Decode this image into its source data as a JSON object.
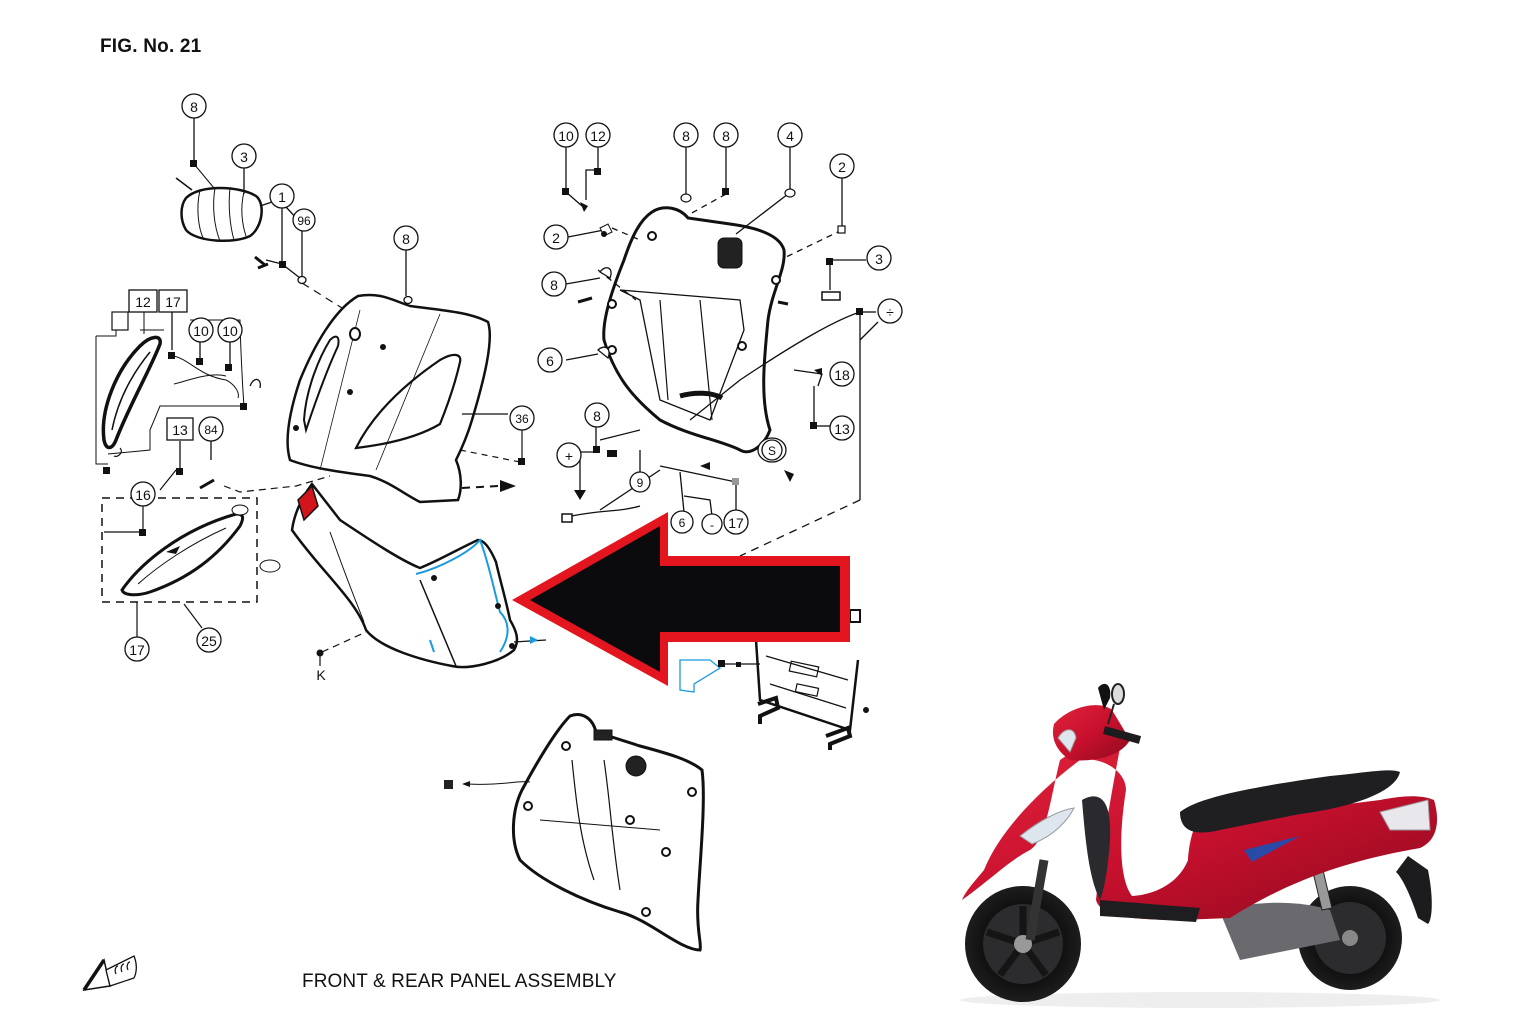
{
  "figure": {
    "title": "FIG. No. 21",
    "caption": "FRONT & REAR PANEL ASSEMBLY",
    "orientation_icon": "direction-arrow-icon"
  },
  "callouts": {
    "front_cover_group": [
      {
        "id": "c1",
        "label": "8",
        "shape": "circle"
      },
      {
        "id": "c2",
        "label": "3",
        "shape": "circle"
      },
      {
        "id": "c3",
        "label": "1",
        "shape": "circle"
      },
      {
        "id": "c4",
        "label": "96",
        "shape": "circle"
      },
      {
        "id": "c5",
        "label": "8",
        "shape": "circle"
      },
      {
        "id": "c6",
        "label": "36",
        "shape": "circle"
      }
    ],
    "left_group": [
      {
        "id": "c7",
        "label": "12",
        "shape": "square"
      },
      {
        "id": "c8",
        "label": "17",
        "shape": "square"
      },
      {
        "id": "c9",
        "label": "10",
        "shape": "circle"
      },
      {
        "id": "c10",
        "label": "10",
        "shape": "circle"
      },
      {
        "id": "c11",
        "label": "13",
        "shape": "square"
      },
      {
        "id": "c12",
        "label": "84",
        "shape": "circle"
      },
      {
        "id": "c13",
        "label": "16",
        "shape": "circle"
      },
      {
        "id": "c14",
        "label": "17",
        "shape": "circle"
      },
      {
        "id": "c15",
        "label": "25",
        "shape": "circle"
      },
      {
        "id": "c16",
        "label": "K",
        "shape": "text"
      }
    ],
    "inner_panel_group": [
      {
        "id": "c17",
        "label": "10",
        "shape": "circle"
      },
      {
        "id": "c18",
        "label": "12",
        "shape": "circle"
      },
      {
        "id": "c19",
        "label": "8",
        "shape": "circle"
      },
      {
        "id": "c20",
        "label": "8",
        "shape": "circle"
      },
      {
        "id": "c21",
        "label": "4",
        "shape": "circle"
      },
      {
        "id": "c22",
        "label": "2",
        "shape": "circle"
      },
      {
        "id": "c23",
        "label": "2",
        "shape": "circle"
      },
      {
        "id": "c24",
        "label": "3",
        "shape": "circle"
      },
      {
        "id": "c25",
        "label": "8",
        "shape": "circle"
      },
      {
        "id": "c26",
        "label": "÷",
        "shape": "circle"
      },
      {
        "id": "c27",
        "label": "6",
        "shape": "circle"
      },
      {
        "id": "c28",
        "label": "18",
        "shape": "circle"
      },
      {
        "id": "c29",
        "label": "8",
        "shape": "circle"
      },
      {
        "id": "c30",
        "label": "13",
        "shape": "circle"
      },
      {
        "id": "c31",
        "label": "+",
        "shape": "circle"
      },
      {
        "id": "c32",
        "label": "9",
        "shape": "circle"
      },
      {
        "id": "c33",
        "label": "S",
        "shape": "circle"
      },
      {
        "id": "c34",
        "label": "6",
        "shape": "circle"
      },
      {
        "id": "c35",
        "label": "-",
        "shape": "circle"
      },
      {
        "id": "c36",
        "label": "17",
        "shape": "circle"
      }
    ]
  },
  "highlight": {
    "arrow_fill": "#0b0b0d",
    "arrow_border": "#e3161f",
    "direction": "left",
    "points_to": "front lower panel"
  },
  "colors": {
    "line": "#111111",
    "accent_blue": "#1a9be0",
    "reflector_red": "#d2141c",
    "scooter_red": "#c8102e",
    "scooter_dark": "#1c1c1e"
  },
  "product_image": {
    "subject": "red scooter side view"
  }
}
